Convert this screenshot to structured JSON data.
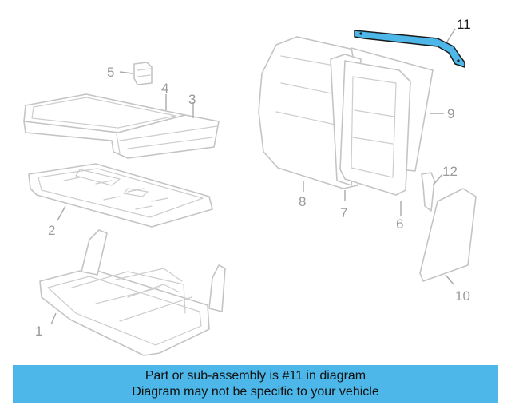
{
  "diagram": {
    "highlight_color": "#4cb7e8",
    "callouts": [
      {
        "id": "c1",
        "label": "1"
      },
      {
        "id": "c2",
        "label": "2"
      },
      {
        "id": "c3",
        "label": "3"
      },
      {
        "id": "c4",
        "label": "4"
      },
      {
        "id": "c5",
        "label": "5"
      },
      {
        "id": "c6",
        "label": "6"
      },
      {
        "id": "c7",
        "label": "7"
      },
      {
        "id": "c8",
        "label": "8"
      },
      {
        "id": "c9",
        "label": "9"
      },
      {
        "id": "c10",
        "label": "10"
      },
      {
        "id": "c11",
        "label": "11"
      },
      {
        "id": "c12",
        "label": "12"
      }
    ]
  },
  "banner": {
    "line1": "Part or sub-assembly is #11 in diagram",
    "line2": "Diagram may not be specific to your vehicle",
    "background": "#4cb7e8"
  }
}
